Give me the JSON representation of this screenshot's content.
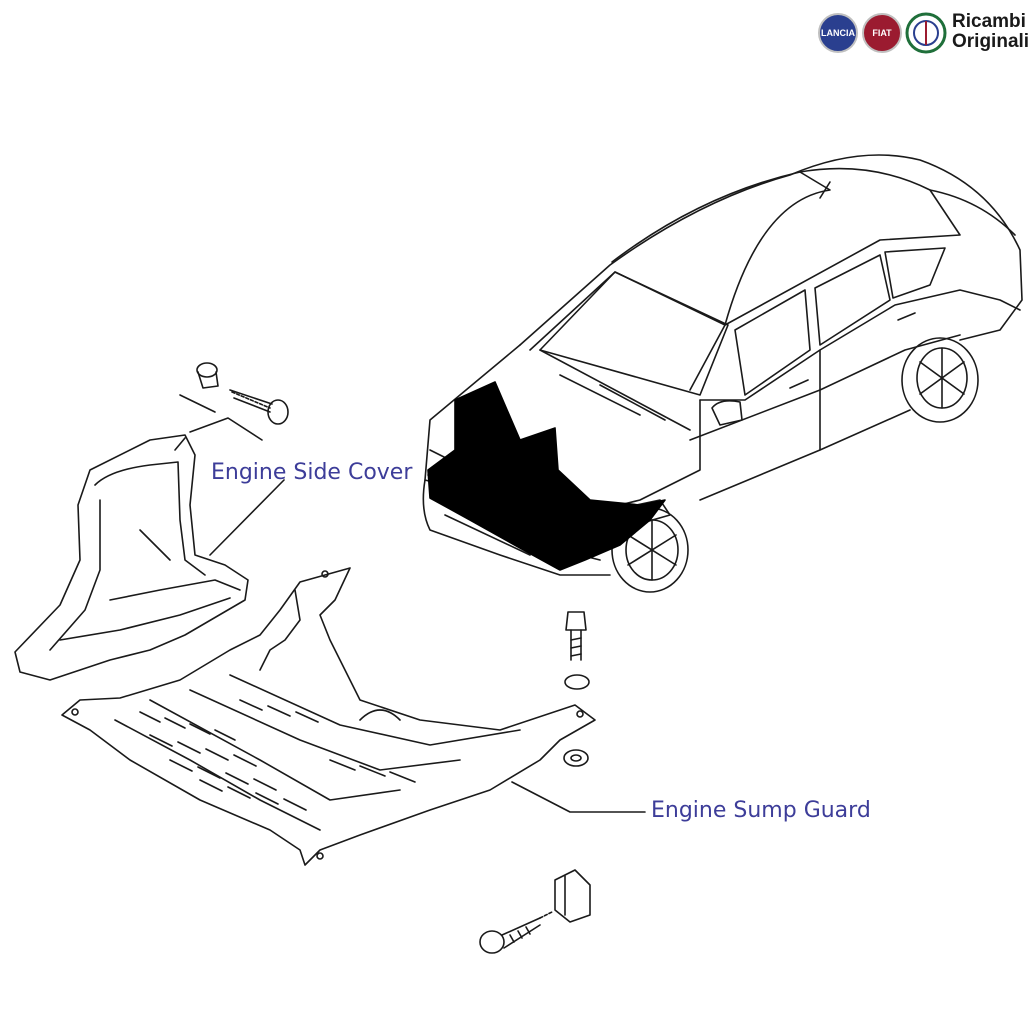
{
  "brand": {
    "badges": [
      {
        "name": "lancia-badge",
        "label": "LANCIA",
        "color": "#2a3f8f"
      },
      {
        "name": "fiat-badge",
        "label": "FIAT",
        "color": "#9b1b30"
      },
      {
        "name": "alfa-romeo-badge",
        "label": "",
        "color": "#1f6f3a"
      }
    ],
    "line1": "Ricambi",
    "line2": "Originali"
  },
  "callouts": {
    "side_cover": "Engine Side Cover",
    "sump_guard": "Engine Sump Guard"
  },
  "colors": {
    "callout_text": "#3d3d99",
    "line_art": "#1a1a1a",
    "highlight": "#000000"
  }
}
